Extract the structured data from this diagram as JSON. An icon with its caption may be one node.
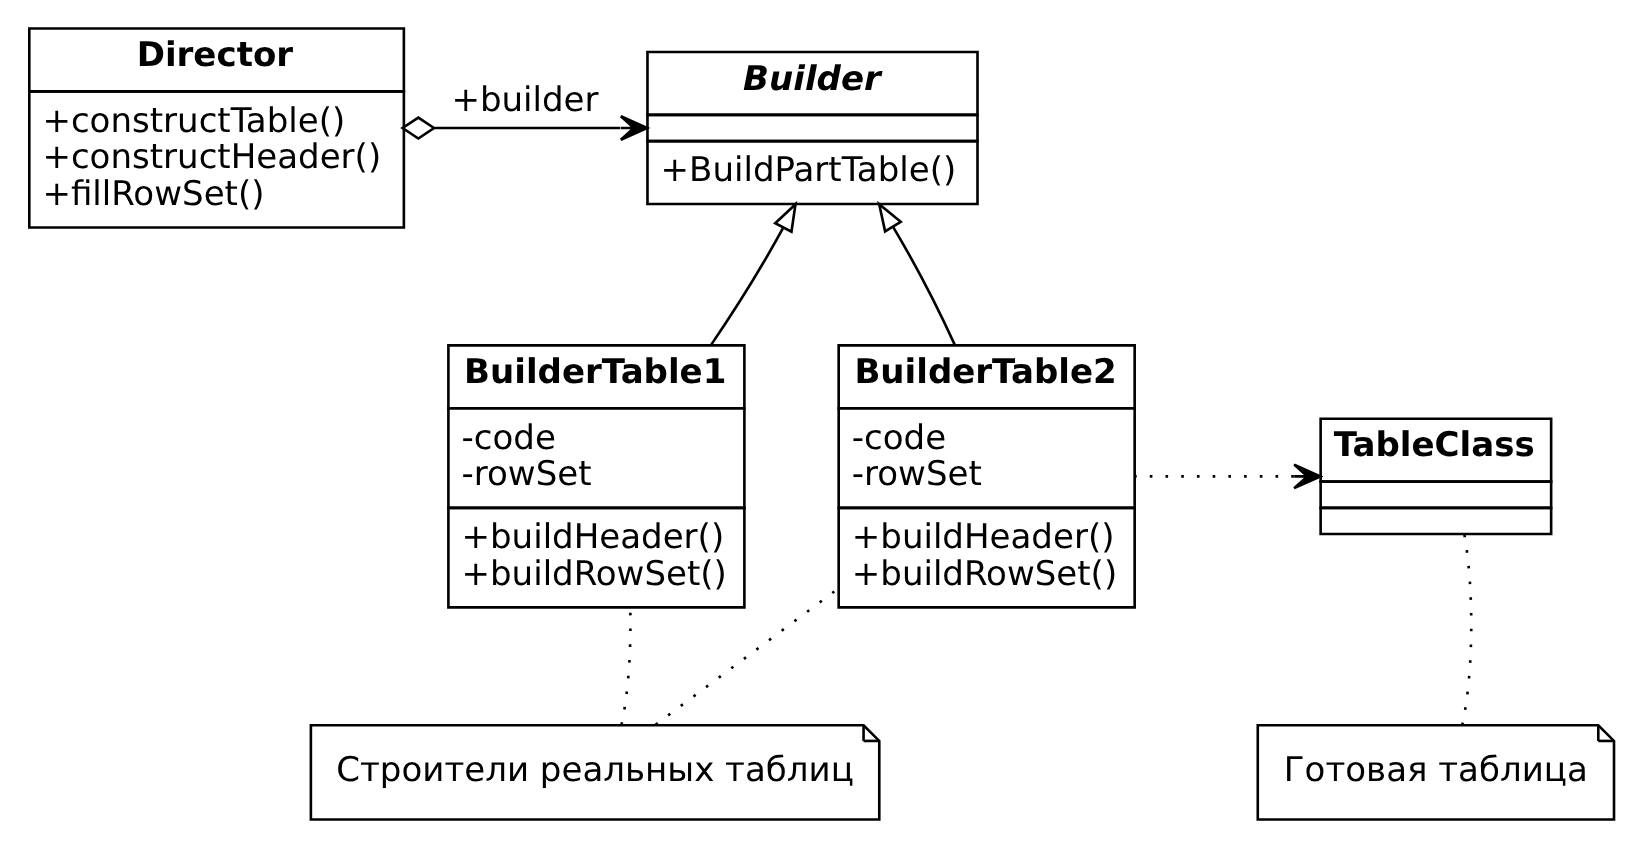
{
  "diagram": {
    "nodes": [
      {
        "text": [
          "Director",
          "+constructTable() +constructHeader() +fillRowSet()"
        ]
      },
      {
        "text": [
          "Builder",
          "+BuildPartTable()"
        ]
      },
      {
        "text": [
          "BuilderTable1",
          "-code -rowSet",
          "+buildHeader() +buildRowSet()"
        ]
      },
      {
        "text": [
          "BuilderTable2",
          "-code -rowSet",
          "+buildHeader() +buildRowSet()"
        ]
      },
      {
        "text": [
          "TableClass"
        ]
      },
      {
        "text": [
          "Готовая таблица"
        ]
      },
      {
        "text": [
          "Строители реальных таблиц"
        ]
      }
    ],
    "edges": [
      {
        "from": 0,
        "to": 1,
        "arrow": "to",
        "label": "+builder"
      },
      {
        "from": 2,
        "to": 1,
        "arrow": "to"
      },
      {
        "from": 3,
        "to": 1,
        "arrow": "to"
      },
      {
        "from": 3,
        "to": 4,
        "arrow": "to",
        "style": "dashed"
      },
      {
        "from": 5,
        "to": 4,
        "arrow": "none",
        "style": "dashed"
      },
      {
        "from": 6,
        "to": 2,
        "arrow": "none",
        "style": "dashed"
      },
      {
        "from": 6,
        "to": 3,
        "arrow": "none",
        "style": "dashed"
      }
    ]
  }
}
